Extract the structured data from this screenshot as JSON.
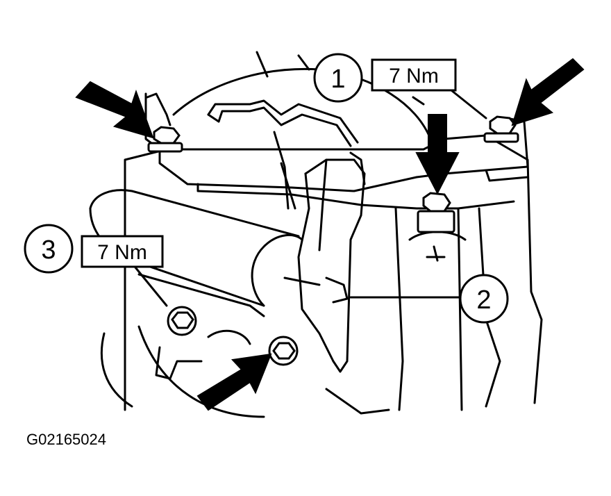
{
  "figure_code": "G02165024",
  "callouts": [
    {
      "id": "1",
      "label": "1"
    },
    {
      "id": "2",
      "label": "2"
    },
    {
      "id": "3",
      "label": "3"
    }
  ],
  "torque_labels": [
    {
      "id": "upper",
      "text": "7 Nm"
    },
    {
      "id": "left",
      "text": "7 Nm"
    }
  ],
  "colors": {
    "ink": "#000000",
    "paper": "#ffffff"
  }
}
